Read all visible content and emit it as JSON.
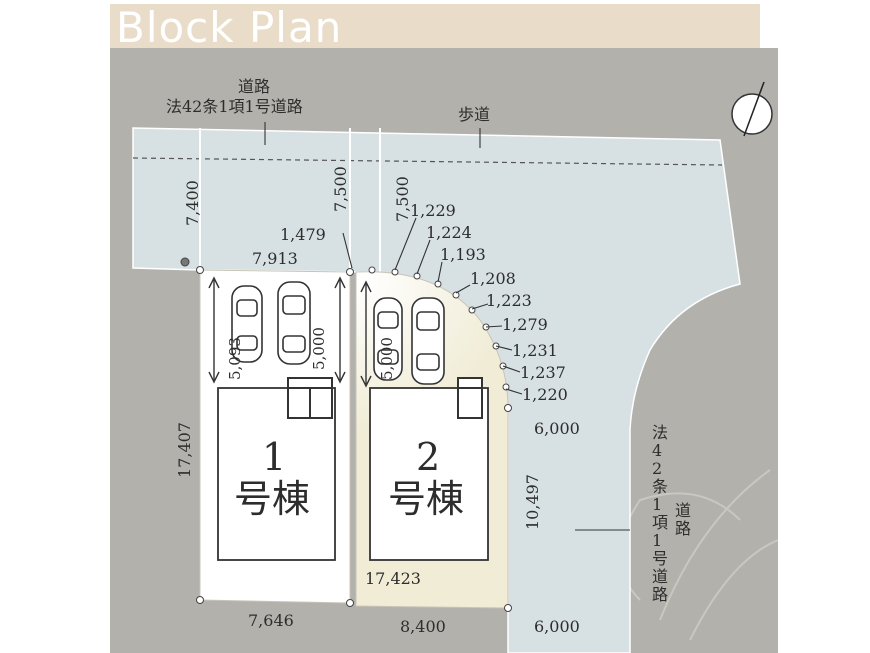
{
  "title": "Block Plan",
  "roads": {
    "top_road": "道路",
    "top_road_law": "法42条1項1号道路",
    "sidewalk": "歩道",
    "right_road": "道路",
    "right_road_law": "法42条1項1号道路"
  },
  "dimensions": {
    "road_width_left": "7,400",
    "road_width_mid": "7,500",
    "road_width_right": "7,500",
    "lot1_top": "7,913",
    "lot1_depth": "17,407",
    "lot1_bottom": "7,646",
    "lot2_bottom": "8,400",
    "lot2_bottom_inner": "17,423",
    "lot2_right": "10,497",
    "right_road_upper": "6,000",
    "right_road_lower": "6,000",
    "parking1_a": "5,093",
    "parking1_b": "5,000",
    "parking2": "5,000",
    "corner_segments": [
      "1,479",
      "1,229",
      "1,224",
      "1,193",
      "1,208",
      "1,223",
      "1,279",
      "1,231",
      "1,237",
      "1,220"
    ]
  },
  "buildings": {
    "lot1_number": "1",
    "lot1_label": "号棟",
    "lot2_number": "2",
    "lot2_label": "号棟"
  },
  "icons": [
    "north-arrow-icon",
    "car-icon",
    "door-icon"
  ],
  "colors": {
    "background": "#b3b1ab",
    "road": "#d7e0e3",
    "lot": "#ffffff",
    "lot_corner": "#f3efdc",
    "title_bar": "#e9dcc9"
  }
}
